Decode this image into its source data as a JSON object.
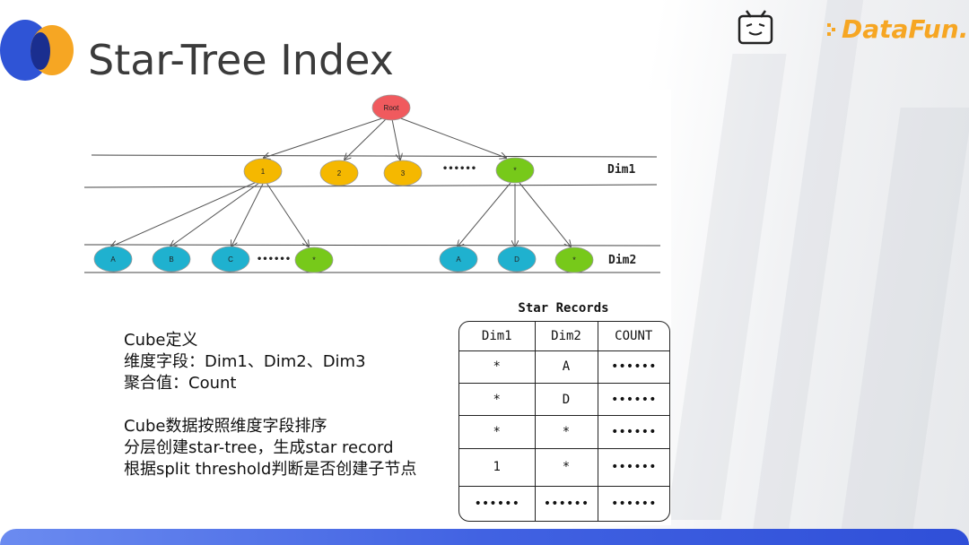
{
  "slide": {
    "title": "Star-Tree Index",
    "brand": "DataFun."
  },
  "tree": {
    "root": "Root",
    "dim1_nodes": [
      "1",
      "2",
      "3",
      "*"
    ],
    "dim2_left_nodes": [
      "A",
      "B",
      "C",
      "*"
    ],
    "dim2_right_nodes": [
      "A",
      "D",
      "*"
    ],
    "ellipsis": "••••••",
    "dim1_label": "Dim1",
    "dim2_label": "Dim2"
  },
  "description": {
    "lines_block1": [
      "Cube定义",
      "维度字段：Dim1、Dim2、Dim3",
      "聚合值：Count"
    ],
    "lines_block2": [
      "Cube数据按照维度字段排序",
      "分层创建star-tree，生成star record",
      "根据split threshold判断是否创建子节点"
    ]
  },
  "star_records": {
    "title": "Star Records",
    "headers": [
      "Dim1",
      "Dim2",
      "COUNT"
    ],
    "rows": [
      [
        "*",
        "A",
        "••••••"
      ],
      [
        "*",
        "D",
        "••••••"
      ],
      [
        "*",
        "*",
        "••••••"
      ],
      [
        "1",
        "*",
        "••••••"
      ],
      [
        "••••••",
        "••••••",
        "••••••"
      ]
    ]
  },
  "colors": {
    "root": "#f05a5e",
    "dim1": "#f5b800",
    "star": "#77c91a",
    "dim2": "#1fb1cf",
    "accent_blue": "#2f54d6",
    "accent_orange": "#f6a623"
  }
}
